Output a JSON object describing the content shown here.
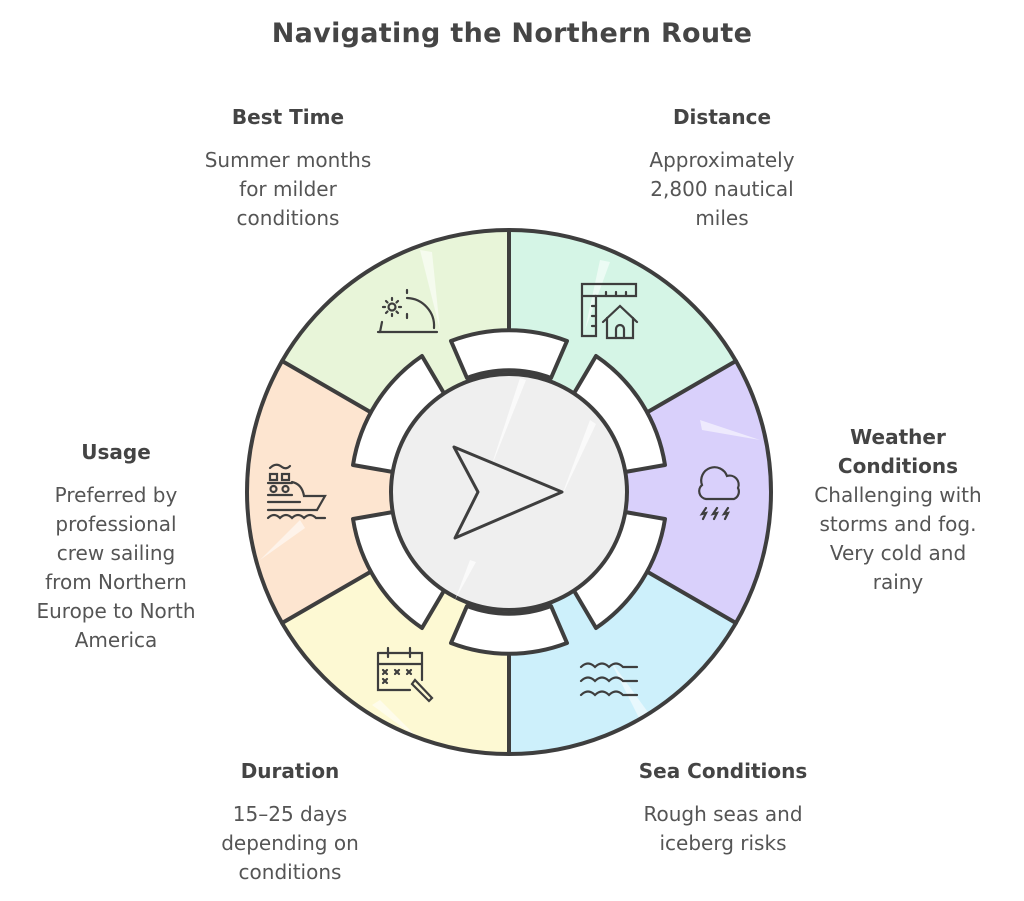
{
  "title": "Navigating the Northern Route",
  "center_icon": "navigation-arrow-icon",
  "colors": {
    "stroke": "#3e3e3e",
    "center_fill": "#efefef",
    "ring_fill": "#ffffff"
  },
  "sections": [
    {
      "id": "best-time",
      "heading": "Best Time",
      "lines": [
        "Summer months",
        "for milder",
        "conditions"
      ],
      "icon": "sunrise-icon",
      "color": "#e8f5d9"
    },
    {
      "id": "distance",
      "heading": "Distance",
      "lines": [
        "Approximately",
        "2,800 nautical",
        "miles"
      ],
      "icon": "ruler-house-icon",
      "color": "#d5f5e6"
    },
    {
      "id": "weather",
      "heading_lines": [
        "Weather",
        "Conditions"
      ],
      "lines": [
        "Challenging with",
        "storms and fog.",
        "Very cold and",
        "rainy"
      ],
      "icon": "storm-cloud-icon",
      "color": "#d9d0fb"
    },
    {
      "id": "sea",
      "heading": "Sea Conditions",
      "lines": [
        "Rough seas and",
        "iceberg risks"
      ],
      "icon": "waves-icon",
      "color": "#cdf0fb"
    },
    {
      "id": "duration",
      "heading": "Duration",
      "lines": [
        "15–25 days",
        "depending on",
        "conditions"
      ],
      "icon": "calendar-icon",
      "color": "#fdf9d3"
    },
    {
      "id": "usage",
      "heading": "Usage",
      "lines": [
        "Preferred by",
        "professional",
        "crew sailing",
        "from Northern",
        "Europe to North",
        "America"
      ],
      "icon": "ship-icon",
      "color": "#fde5d0"
    }
  ]
}
